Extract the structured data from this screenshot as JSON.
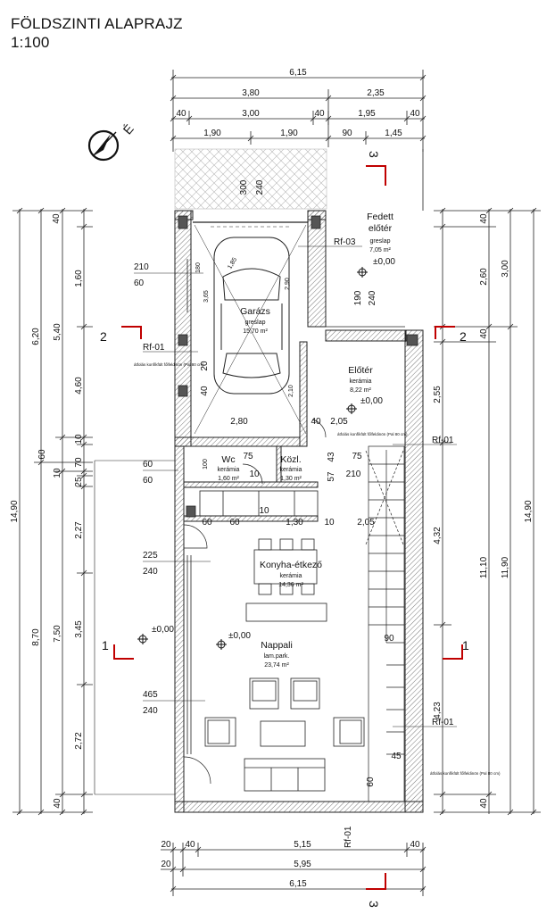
{
  "title": {
    "line1": "FÖLDSZINTI ALAPRAJZ",
    "line2": "1:100"
  },
  "north_label": "É",
  "top_dims": {
    "row1": [
      "6,15"
    ],
    "row2": [
      "3,80",
      "2,35"
    ],
    "row3": [
      "40",
      "3,00",
      "40",
      "1,95",
      "40"
    ],
    "row4": [
      "1,90",
      "1,90",
      "90",
      "1,45"
    ]
  },
  "bottom_dims": {
    "row1": [
      "20",
      "40",
      "5,15",
      "40"
    ],
    "row2": [
      "20",
      "5,95"
    ],
    "row3": [
      "6,15"
    ]
  },
  "left_dims": {
    "col1": [
      "14,90"
    ],
    "col2": [
      "6,20",
      "8,70"
    ],
    "col3": [
      "5,40",
      "60",
      "7,50"
    ],
    "col4": [
      "40",
      "1,60",
      "4,60",
      "10",
      "70",
      "10",
      "25",
      "2,27",
      "3,45",
      "2,72",
      "40"
    ]
  },
  "right_dims": {
    "col1": [
      "40",
      "2,60",
      "40",
      "2,55",
      "4,32",
      "4,23",
      "40"
    ],
    "col2": [
      "3,00",
      "11,10"
    ],
    "col3": [
      "11,90"
    ],
    "col4": [
      "14,90"
    ]
  },
  "rooms": {
    "fedett_eloter": {
      "name1": "Fedett",
      "name2": "előtér",
      "material": "greslap",
      "area": "7,05 m²"
    },
    "garazs": {
      "name": "Garázs",
      "material": "greslap",
      "area": "15,70 m²"
    },
    "eloter": {
      "name": "Előtér",
      "material": "kerámia",
      "area": "8,22 m²"
    },
    "wc": {
      "name": "Wc",
      "material": "kerámia",
      "area": "1,60 m²"
    },
    "kozl": {
      "name": "Közl.",
      "material": "kerámia",
      "area": "1,30 m²"
    },
    "konyha": {
      "name": "Konyha-étkező",
      "material": "kerámia",
      "area": "14,36 m²"
    },
    "nappali": {
      "name": "Nappali",
      "material": "lam.park.",
      "area": "23,74 m²"
    }
  },
  "levels": [
    "±0,00",
    "±0,00",
    "±0,00",
    "±0,00"
  ],
  "section_marks": [
    "1",
    "1",
    "2",
    "2",
    "3",
    "3"
  ],
  "rf_labels": [
    "Rf-03",
    "Rf-01",
    "Rf-01",
    "Rf-01",
    "Rf-01"
  ],
  "openings": [
    {
      "w": "210",
      "h": "60"
    },
    {
      "w": "60",
      "h": "60"
    },
    {
      "w": "225",
      "h": "240"
    },
    {
      "w": "465",
      "h": "240"
    }
  ],
  "inner_labels": {
    "garage_door_w": "300",
    "garage_door_h": "240",
    "entrance_w": "190",
    "entrance_h": "240",
    "garage_a": "180",
    "garage_b": "3,65",
    "garage_c": "1,85",
    "garage_d": "2,90",
    "garage_e": "2,80",
    "garage_f": "2,10",
    "garage_g": "20",
    "garage_h": "40",
    "eloter_a": "40",
    "eloter_b": "2,05",
    "eloter_c": "75",
    "eloter_d": "210",
    "wc_a": "75",
    "wc_b": "100",
    "wc_c": "10",
    "wc_d": "43",
    "wc_e": "57",
    "hall_a": "60",
    "hall_b": "10",
    "hall_c": "60",
    "hall_d": "1,30",
    "hall_e": "10",
    "hall_f": "2,05",
    "stair_a": "90",
    "stair_b": "45",
    "stair_c": "60"
  },
  "tiny_notes": [
    "átfolás\nkonfíkfült főlfeldinön\n(Pal 80 cm)",
    "átfolás\nkonfíkfült főlfeldinön\n(Pal 80 cm)",
    "átfolás\nkonfíkfült főlfeldinön\n(Pal 80 cm)"
  ],
  "colors": {
    "line": "#222222",
    "section": "#c00000",
    "hatch": "#555555"
  }
}
